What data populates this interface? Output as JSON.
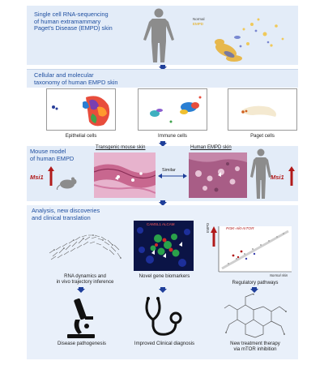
{
  "panel1": {
    "title_lines": [
      "Single cell RNA-sequencing",
      "of human extramammary",
      "Paget's Disease (EMPD) skin"
    ],
    "legend_normal": "Normal",
    "legend_empd": "EMPD"
  },
  "panel2": {
    "title_lines": [
      "Cellular and molecular",
      "taxonomy of human EMPD skin"
    ],
    "captions": [
      "Epithelial cells",
      "Immune cells",
      "Paget cells"
    ]
  },
  "panel3": {
    "title_lines": [
      "Mouse model",
      "of human EMPD"
    ],
    "left_label": "Msi1",
    "right_label": "Msi1",
    "transgenic_label": "Transgenic mouse skin",
    "human_label": "Human EMPD skin",
    "similar_label": "Similar"
  },
  "panel4": {
    "title_lines": [
      "Analysis, new discoveries",
      "and clinical translation"
    ],
    "marker_label": "CAMSL1 ALCAM",
    "pathway_label": "PI3K-Akt-mTOR",
    "axis_y": "EMPD",
    "axis_x": "Normal skin",
    "captions_mid": [
      "RNA dynamics and",
      "in vivo trajectory inference"
    ],
    "caption_biomarkers": "Novel gene biomarkers",
    "caption_pathways": "Regulatory pathways",
    "bottom": [
      "Disease pathogenesis",
      "Improved Clinical diagnosis",
      "New treatment therapy",
      "via mTOR inhibition"
    ]
  },
  "colors": {
    "panel_bg": "#e3ecf8",
    "arrow": "#1f3f9a",
    "title_blue": "#1f4fa0",
    "red": "#b11a1a"
  }
}
